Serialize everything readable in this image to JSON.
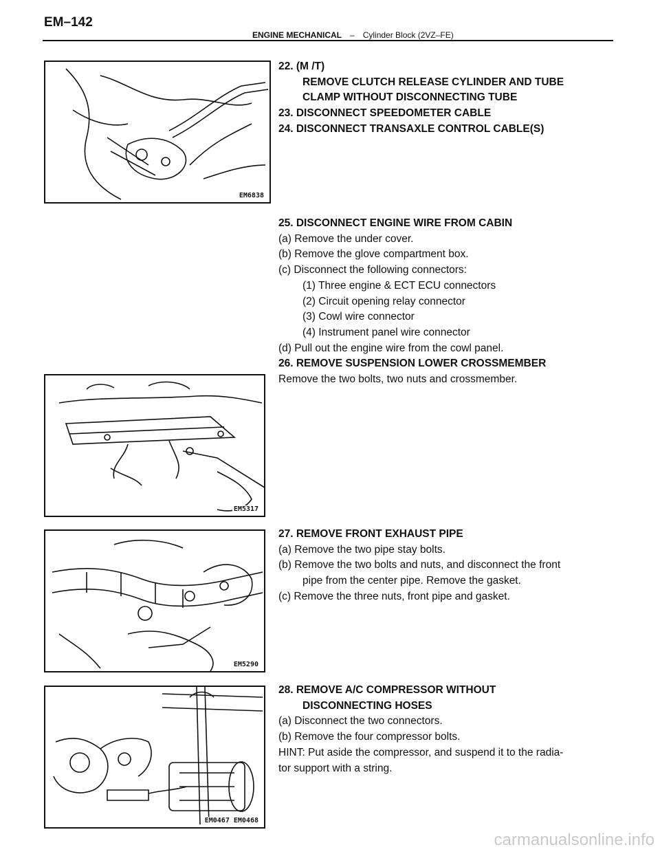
{
  "header": {
    "page_number": "EM–142",
    "section": "ENGINE MECHANICAL",
    "separator": "–",
    "subsection": "Cylinder Block (2VZ–FE)"
  },
  "figures": [
    {
      "code": "EM6838"
    },
    {
      "code": "EM5317"
    },
    {
      "code": "EM5290"
    },
    {
      "code": "EM0467 EM0468"
    }
  ],
  "steps": {
    "s22": {
      "lines": [
        "22. (M /T)",
        "REMOVE CLUTCH RELEASE CYLINDER AND TUBE",
        "CLAMP WITHOUT DISCONNECTING TUBE"
      ]
    },
    "s23": "23. DISCONNECT SPEEDOMETER CABLE",
    "s24": "24. DISCONNECT TRANSAXLE CONTROL CABLE(S)",
    "s25": {
      "title": "25. DISCONNECT ENGINE WIRE FROM CABIN",
      "items": [
        "(a) Remove the under cover.",
        "(b) Remove the glove compartment box.",
        "(c) Disconnect the following connectors:",
        "(1) Three engine & ECT ECU connectors",
        "(2) Circuit opening relay connector",
        "(3) Cowl wire connector",
        "(4) Instrument panel wire connector",
        "(d) Pull out the engine wire from the cowl panel."
      ]
    },
    "s26": {
      "title": "26. REMOVE SUSPENSION LOWER CROSSMEMBER",
      "body": "Remove the two bolts, two nuts and crossmember."
    },
    "s27": {
      "title": "27. REMOVE FRONT EXHAUST PIPE",
      "items": [
        "(a) Remove the two pipe stay bolts.",
        "(b) Remove the two bolts and nuts, and disconnect the front",
        "pipe from the center pipe. Remove the gasket.",
        "(c) Remove the three nuts, front pipe and gasket."
      ]
    },
    "s28": {
      "title_lines": [
        "28. REMOVE A/C COMPRESSOR WITHOUT",
        "DISCONNECTING HOSES"
      ],
      "items": [
        "(a) Disconnect the two connectors.",
        "(b) Remove the four compressor bolts.",
        "HINT: Put aside the compressor, and suspend it to the radia-",
        "tor support with a string."
      ]
    }
  },
  "watermark": "carmanualsonline.info"
}
